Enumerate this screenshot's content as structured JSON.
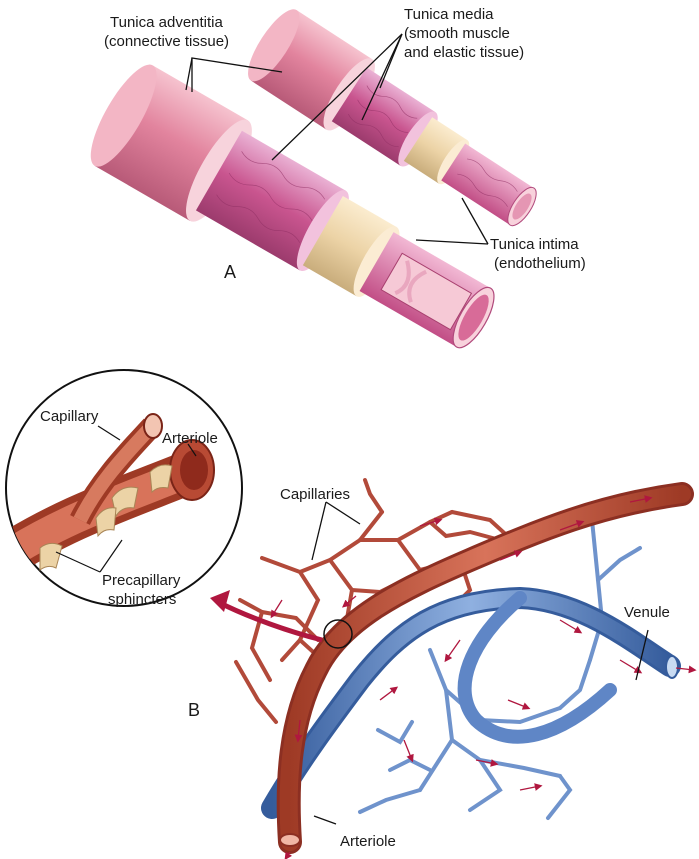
{
  "panel_a": {
    "letter": "A",
    "labels": {
      "adventitia_line1": "Tunica adventitia",
      "adventitia_line2": "(connective tissue)",
      "media_line1": "Tunica media",
      "media_line2": "(smooth muscle",
      "media_line3": "and elastic tissue)",
      "intima_line1": "Tunica intima",
      "intima_line2": "(endothelium)"
    }
  },
  "panel_b": {
    "letter": "B",
    "labels": {
      "capillaries": "Capillaries",
      "venule": "Venule",
      "arteriole": "Arteriole"
    },
    "inset": {
      "capillary": "Capillary",
      "arteriole": "Arteriole",
      "sphincters_line1": "Precapillary",
      "sphincters_line2": "sphincters"
    }
  },
  "colors": {
    "adventitia": "#e2849e",
    "media": "#c9558f",
    "intima": "#ecd3a6",
    "lumen": "#f4c6cf",
    "artery": "#c4553b",
    "artery_dark": "#8c2f22",
    "vein": "#5f86c6",
    "vein_dark": "#355c9c",
    "arrow": "#b0173f"
  }
}
